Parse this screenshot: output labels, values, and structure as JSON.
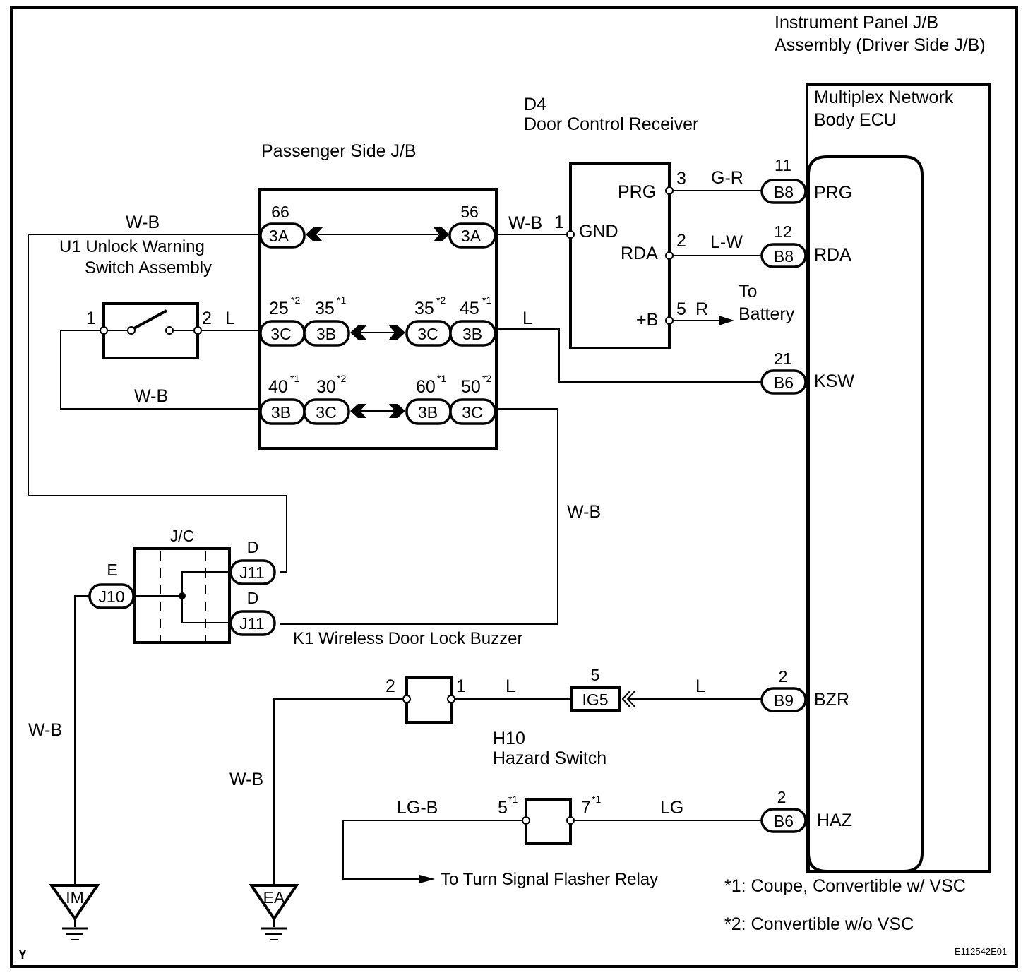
{
  "diagram": {
    "figure_id": "E112542E01",
    "corner_label": "Y",
    "footnotes": [
      "*1: Coupe, Convertible w/ VSC",
      "*2: Convertible w/o VSC"
    ]
  },
  "components": {
    "instrument_panel_jb": {
      "line1": "Instrument Panel J/B",
      "line2": "Assembly (Driver Side J/B)"
    },
    "body_ecu": {
      "line1": "Multiplex Network",
      "line2": "Body ECU",
      "terminals": [
        {
          "pin": "11",
          "connector": "B8",
          "name": "PRG"
        },
        {
          "pin": "12",
          "connector": "B8",
          "name": "RDA"
        },
        {
          "pin": "21",
          "connector": "B6",
          "name": "KSW"
        },
        {
          "pin": "2",
          "connector": "B9",
          "name": "BZR"
        },
        {
          "pin": "2",
          "connector": "B6",
          "name": "HAZ"
        }
      ]
    },
    "door_control_receiver": {
      "code": "D4",
      "name": "Door Control Receiver",
      "terminals": [
        {
          "pin": "3",
          "name": "PRG"
        },
        {
          "pin": "1",
          "name": "GND"
        },
        {
          "pin": "2",
          "name": "RDA"
        },
        {
          "pin": "5",
          "name": "+B"
        }
      ],
      "to_battery_1": "To",
      "to_battery_2": "Battery"
    },
    "passenger_jb": {
      "title": "Passenger Side J/B",
      "row1": {
        "left": [
          {
            "pin": "66",
            "conn": "3A"
          }
        ],
        "right": [
          {
            "pin": "56",
            "conn": "3A"
          }
        ]
      },
      "row2": {
        "left": [
          {
            "pin": "25",
            "sup": "*2",
            "conn": "3C"
          },
          {
            "pin": "35",
            "sup": "*1",
            "conn": "3B"
          }
        ],
        "right": [
          {
            "pin": "35",
            "sup": "*2",
            "conn": "3C"
          },
          {
            "pin": "45",
            "sup": "*1",
            "conn": "3B"
          }
        ]
      },
      "row3": {
        "left": [
          {
            "pin": "40",
            "sup": "*1",
            "conn": "3B"
          },
          {
            "pin": "30",
            "sup": "*2",
            "conn": "3C"
          }
        ],
        "right": [
          {
            "pin": "60",
            "sup": "*1",
            "conn": "3B"
          },
          {
            "pin": "50",
            "sup": "*2",
            "conn": "3C"
          }
        ]
      }
    },
    "unlock_switch": {
      "line1": "U1 Unlock Warning",
      "line2": "Switch Assembly",
      "pin1": "1",
      "pin2": "2"
    },
    "junction_connector": {
      "title": "J/C",
      "left": {
        "label": "E",
        "conn": "J10"
      },
      "right_top": {
        "label": "D",
        "conn": "J11"
      },
      "right_bottom": {
        "label": "D",
        "conn": "J11"
      }
    },
    "buzzer": {
      "name": "K1 Wireless Door Lock Buzzer",
      "pin2": "2",
      "pin1": "1"
    },
    "ig_connector": {
      "pin": "5",
      "conn": "IG5"
    },
    "hazard_switch": {
      "code": "H10",
      "name": "Hazard Switch",
      "pin_left": "5",
      "pin_right": "7",
      "sup": "*1"
    },
    "flasher_relay": "To Turn Signal Flasher Relay",
    "grounds": [
      {
        "label": "IM"
      },
      {
        "label": "EA"
      }
    ]
  },
  "wires": {
    "wb_top": "W-B",
    "wb_d4": "W-B",
    "g_r": "G-R",
    "l_w": "L-W",
    "r": "R",
    "l_switch": "L",
    "l_ksw": "L",
    "wb_switch": "W-B",
    "wb_buzzer": "W-B",
    "wb_im": "W-B",
    "wb_ea": "W-B",
    "l_buzzer": "L",
    "l_bzr": "L",
    "lg_b": "LG-B",
    "lg": "LG"
  }
}
